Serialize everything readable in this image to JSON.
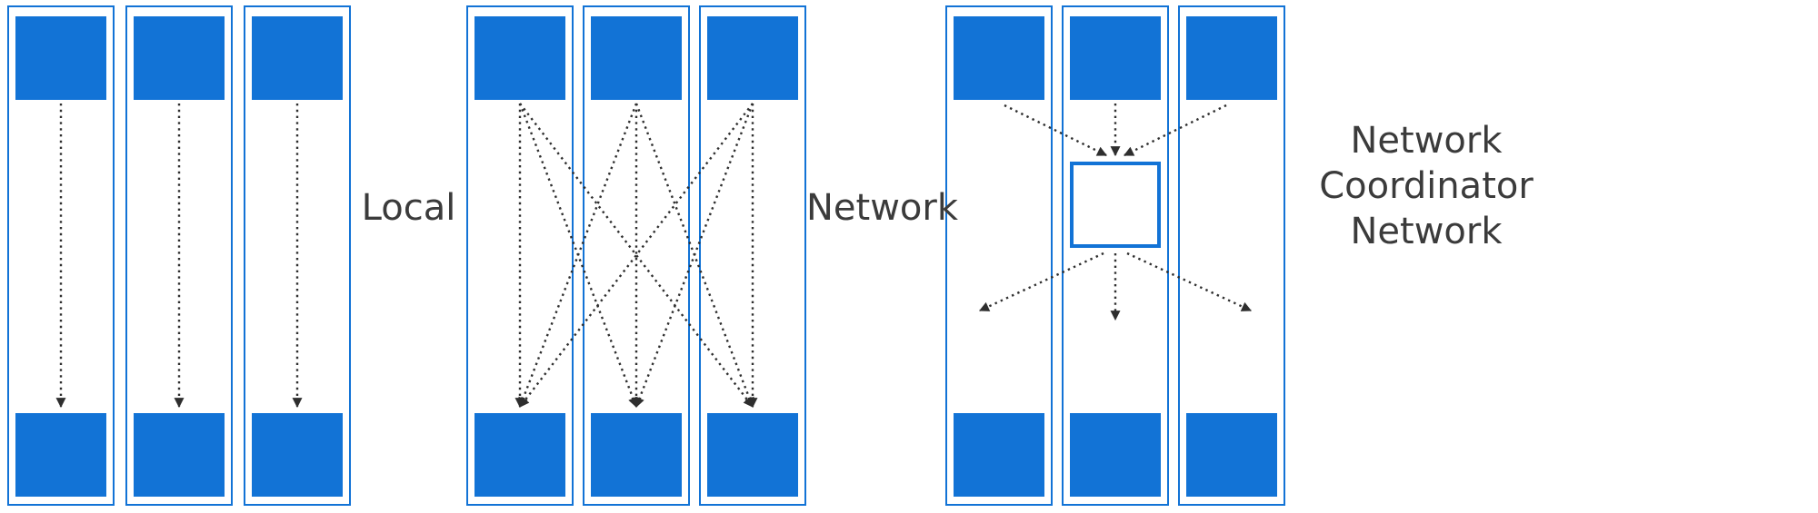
{
  "diagram": {
    "groups": [
      {
        "id": "local",
        "label": "Local",
        "columns": 3,
        "topology": "one-to-one",
        "arrows": "each top node sends directly down to its own bottom node"
      },
      {
        "id": "network",
        "label": "Network",
        "columns": 3,
        "topology": "all-to-all",
        "arrows": "every top node sends to every bottom node (full mesh)"
      },
      {
        "id": "coordinator-network",
        "label": "Network\nCoordinator\nNetwork",
        "columns": 3,
        "topology": "hub-and-spoke",
        "arrows": "all top nodes send into a central coordinator box, which fans out to all bottom nodes"
      }
    ]
  },
  "colors": {
    "accent-blue": "#1273d6",
    "node-fill": "#1273d6",
    "arrow": "#2e2e2e",
    "label-text": "#3b3b3b",
    "background": "#ffffff"
  }
}
